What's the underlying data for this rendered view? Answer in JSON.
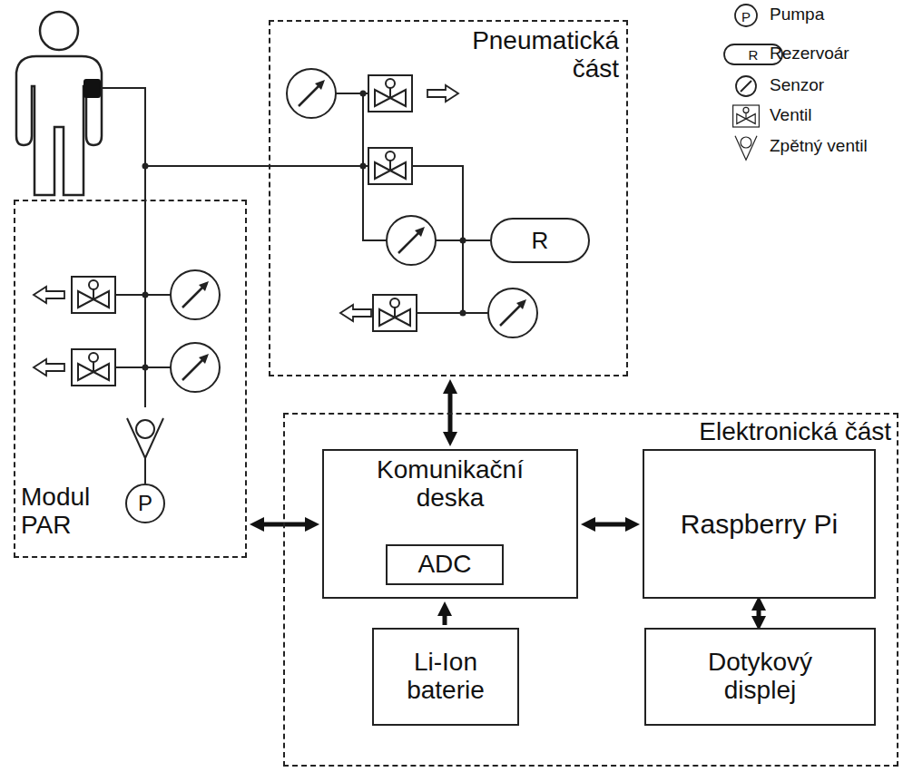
{
  "diagram": {
    "nodes": [
      {
        "text": [
          "Pneumatická část"
        ]
      },
      {
        "text": [
          "R"
        ],
        "in": 0
      },
      {
        "text": [
          "Modul PAR"
        ]
      },
      {
        "text": [
          "P"
        ],
        "in": 2
      },
      {
        "text": [
          "Elektronická část"
        ]
      },
      {
        "text": [
          "Komunikační deska"
        ],
        "in": 4
      },
      {
        "text": [
          "ADC"
        ],
        "in": 5
      },
      {
        "text": [
          "Raspberry Pi"
        ],
        "in": 4
      },
      {
        "text": [
          "Li-Ion baterie"
        ],
        "in": 4
      },
      {
        "text": [
          "Dotykový displej"
        ],
        "in": 4
      }
    ],
    "edges": [
      {
        "from": 0,
        "to": 5,
        "arrow": "both"
      },
      {
        "from": 2,
        "to": 5,
        "arrow": "both"
      },
      {
        "from": 5,
        "to": 7,
        "arrow": "both"
      },
      {
        "from": 8,
        "to": 5,
        "arrow": "to"
      },
      {
        "from": 7,
        "to": 9,
        "arrow": "both"
      }
    ],
    "labels": [
      "P",
      "R"
    ],
    "legend": [
      {
        "text": "Pumpa"
      },
      {
        "text": "Rezervoár"
      },
      {
        "text": "Senzor"
      },
      {
        "text": "Ventil"
      },
      {
        "text": "Zpětný ventil"
      }
    ]
  }
}
